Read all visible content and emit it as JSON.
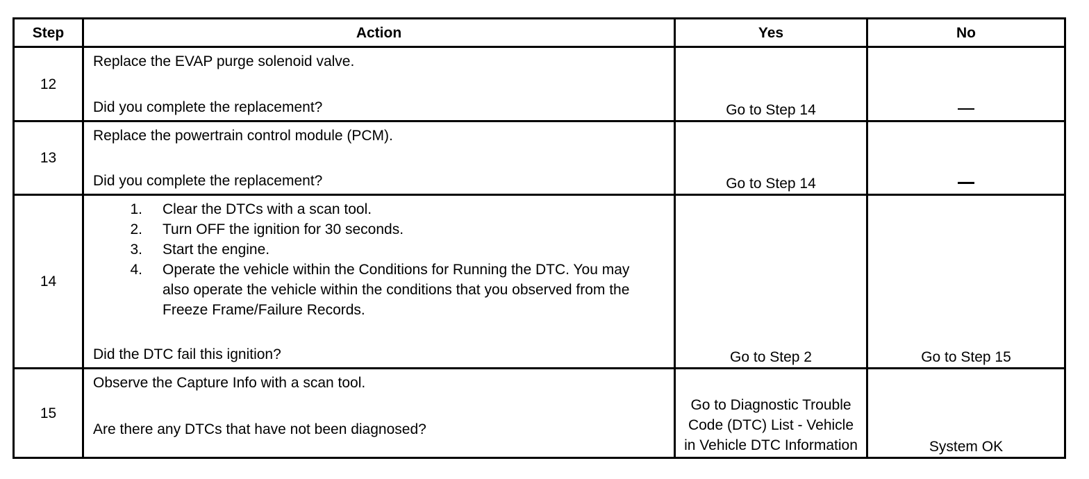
{
  "headers": {
    "step": "Step",
    "action": "Action",
    "yes": "Yes",
    "no": "No"
  },
  "rows": [
    {
      "step": "12",
      "action_top": "Replace the EVAP purge solenoid valve.",
      "action_bottom": "Did you complete the replacement?",
      "yes": "Go to Step 14",
      "no": "—"
    },
    {
      "step": "13",
      "action_top": "Replace the powertrain control module (PCM).",
      "action_bottom": "Did you complete the replacement?",
      "yes": "Go to Step 14",
      "no": "—"
    },
    {
      "step": "14",
      "steps": [
        {
          "num": "1.",
          "text": "Clear the DTCs with a scan tool."
        },
        {
          "num": "2.",
          "text": "Turn OFF the ignition for 30 seconds."
        },
        {
          "num": "3.",
          "text": "Start the engine."
        },
        {
          "num": "4.",
          "text": "Operate the vehicle within the Conditions for Running the DTC. You may also operate the vehicle within the conditions that you observed from the Freeze Frame/Failure Records."
        }
      ],
      "action_bottom": "Did the DTC fail this ignition?",
      "yes": "Go to Step 2",
      "no": "Go to Step 15"
    },
    {
      "step": "15",
      "action_top": "Observe the Capture Info with a scan tool.",
      "action_bottom": "Are there any DTCs that have not been diagnosed?",
      "yes": "Go to Diagnostic Trouble Code (DTC) List - Vehicle in Vehicle DTC Information",
      "no": "System OK"
    }
  ]
}
